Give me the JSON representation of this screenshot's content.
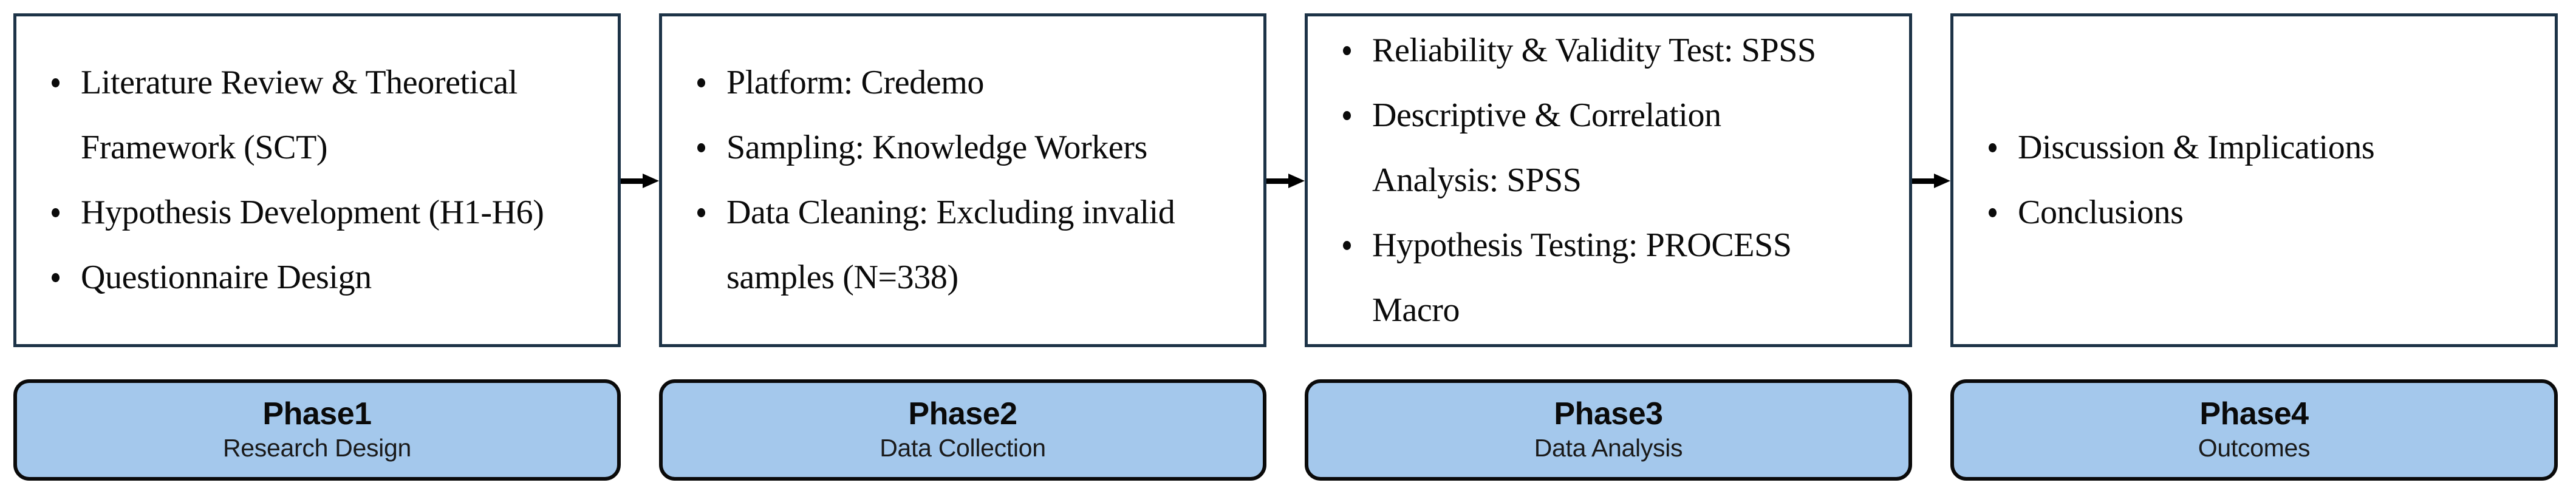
{
  "diagram": {
    "title": "Research Methodology Phase Flowchart",
    "type": "four-phase-horizontal-flow",
    "colors": {
      "content_box_border": "#1d3347",
      "content_box_fill": "#ffffff",
      "phase_box_fill": "#a4c8ec",
      "phase_box_border": "#0a0a0a",
      "arrow": "#000000",
      "text": "#0b0b0b"
    }
  },
  "columns": [
    {
      "id": "phase-1",
      "bullets": [
        {
          "lines": [
            "Literature Review & Theoretical",
            "Framework (SCT)"
          ]
        },
        {
          "lines": [
            "Hypothesis Development (H1-H6)"
          ]
        },
        {
          "lines": [
            "Questionnaire Design"
          ]
        }
      ],
      "phase": {
        "title": "Phase1",
        "subtitle": "Research Design"
      }
    },
    {
      "id": "phase-2",
      "bullets": [
        {
          "lines": [
            "Platform: Credemo"
          ]
        },
        {
          "lines": [
            "Sampling: Knowledge Workers"
          ]
        },
        {
          "lines": [
            "Data Cleaning: Excluding invalid",
            "samples (N=338)"
          ]
        }
      ],
      "phase": {
        "title": "Phase2",
        "subtitle": "Data Collection"
      }
    },
    {
      "id": "phase-3",
      "bullets": [
        {
          "lines": [
            "Reliability & Validity Test: SPSS"
          ]
        },
        {
          "lines": [
            "Descriptive & Correlation",
            "Analysis: SPSS"
          ]
        },
        {
          "lines": [
            "Hypothesis Testing: PROCESS",
            "Macro"
          ]
        }
      ],
      "phase": {
        "title": "Phase3",
        "subtitle": "Data Analysis"
      }
    },
    {
      "id": "phase-4",
      "bullets": [
        {
          "lines": [
            "Discussion & Implications"
          ]
        },
        {
          "lines": [
            "Conclusions"
          ]
        }
      ],
      "phase": {
        "title": "Phase4",
        "subtitle": "Outcomes"
      }
    }
  ],
  "connectors": [
    {
      "id": "arrow-1-to-2",
      "from": "phase-1",
      "to": "phase-2",
      "glyph": "right-arrow"
    },
    {
      "id": "arrow-2-to-3",
      "from": "phase-2",
      "to": "phase-3",
      "glyph": "right-arrow"
    },
    {
      "id": "arrow-3-to-4",
      "from": "phase-3",
      "to": "phase-4",
      "glyph": "right-arrow"
    }
  ]
}
